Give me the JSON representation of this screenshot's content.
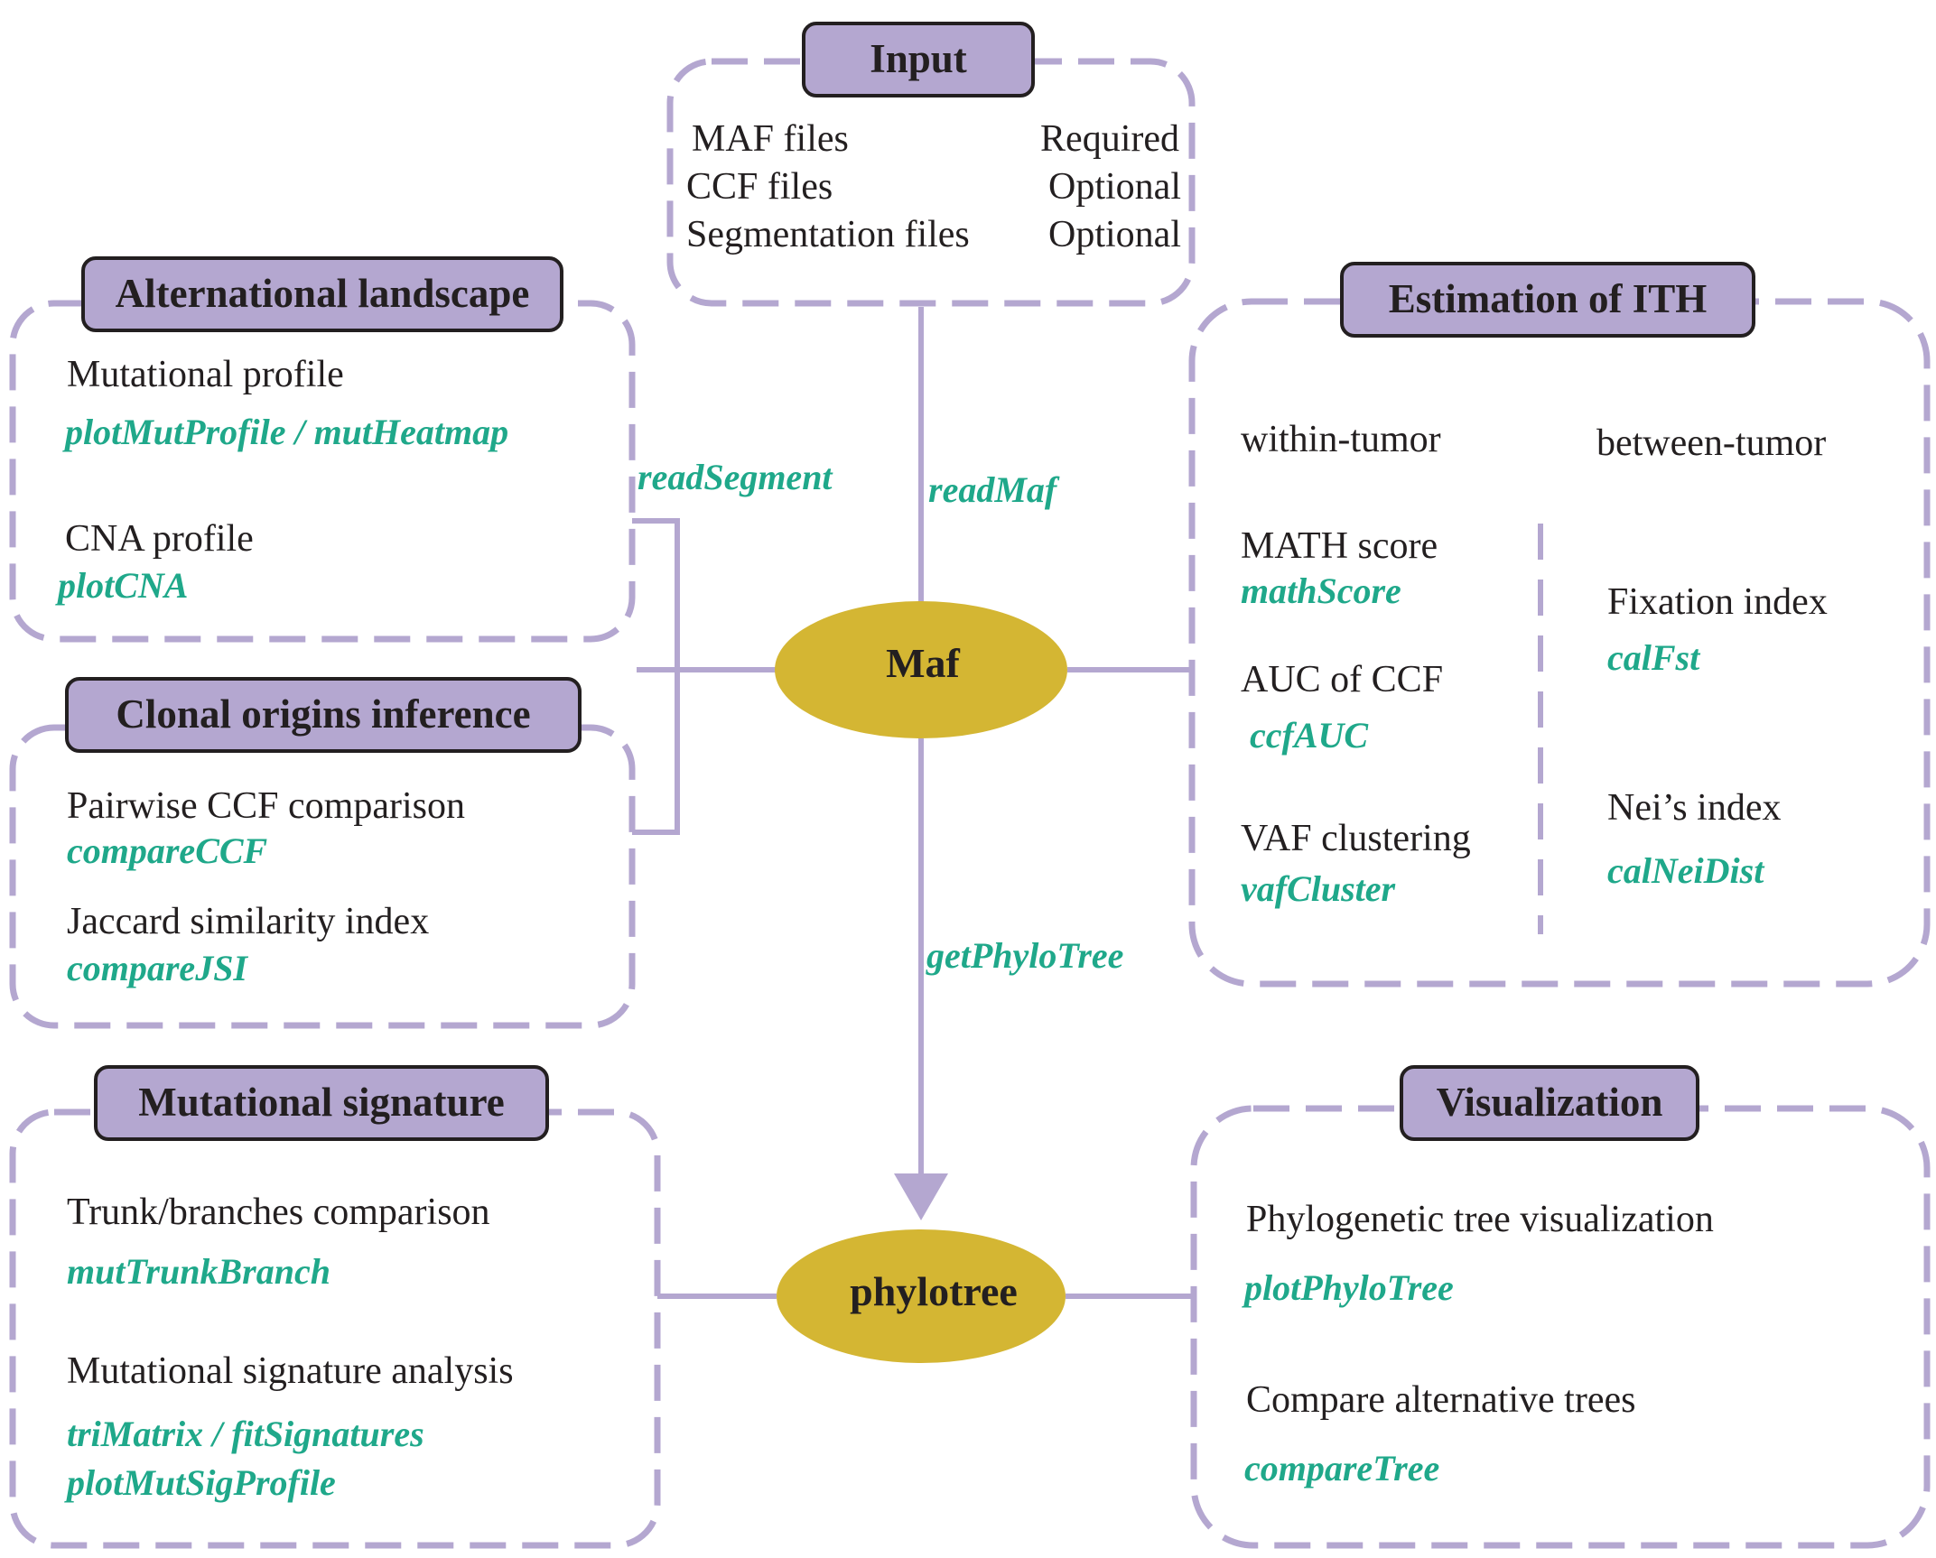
{
  "colors": {
    "panel_border": "#b4a7d0",
    "title_fill": "#b4a7d0",
    "title_border": "#231f20",
    "connector": "#b4a7d0",
    "function_text": "#1fa88a",
    "node_fill": "#d4b633",
    "text": "#231f20"
  },
  "input": {
    "title": "Input",
    "rows": [
      {
        "label": "MAF files",
        "status": "Required"
      },
      {
        "label": "CCF  files",
        "status": "Optional"
      },
      {
        "label": "Segmentation files",
        "status": "Optional"
      }
    ]
  },
  "alterational": {
    "title": "Alternational landscape",
    "mut_label": "Mutational profile",
    "mut_fn": "plotMutProfile / mutHeatmap",
    "cna_label": "CNA profile",
    "cna_fn": "plotCNA"
  },
  "clonal": {
    "title": "Clonal origins inference",
    "pair_label": "Pairwise CCF comparison",
    "pair_fn": "compareCCF",
    "jacc_label": "Jaccard similarity index",
    "jacc_fn": "compareJSI"
  },
  "ith": {
    "title": "Estimation of ITH",
    "within": "within-tumor",
    "between": "between-tumor",
    "math_label": "MATH score",
    "math_fn": "mathScore",
    "auc_label": "AUC of CCF",
    "auc_fn": "ccfAUC",
    "vaf_label": "VAF clustering",
    "vaf_fn": "vafCluster",
    "fix_label": "Fixation index",
    "fix_fn": "calFst",
    "nei_label": "Nei’s index",
    "nei_fn": "calNeiDist"
  },
  "signature": {
    "title": "Mutational signature",
    "trunk_label": "Trunk/branches comparison",
    "trunk_fn": "mutTrunkBranch",
    "sig_label": "Mutational signature analysis",
    "sig_fn1": "triMatrix / fitSignatures",
    "sig_fn2": "plotMutSigProfile"
  },
  "visualization": {
    "title": "Visualization",
    "tree_label": "Phylogenetic tree visualization",
    "tree_fn": "plotPhyloTree",
    "cmp_label": "Compare alternative trees",
    "cmp_fn": "compareTree"
  },
  "nodes": {
    "maf": "Maf",
    "phylotree": "phylotree"
  },
  "edges": {
    "read_maf": "readMaf",
    "read_segment": "readSegment",
    "get_phylo_tree": "getPhyloTree"
  }
}
